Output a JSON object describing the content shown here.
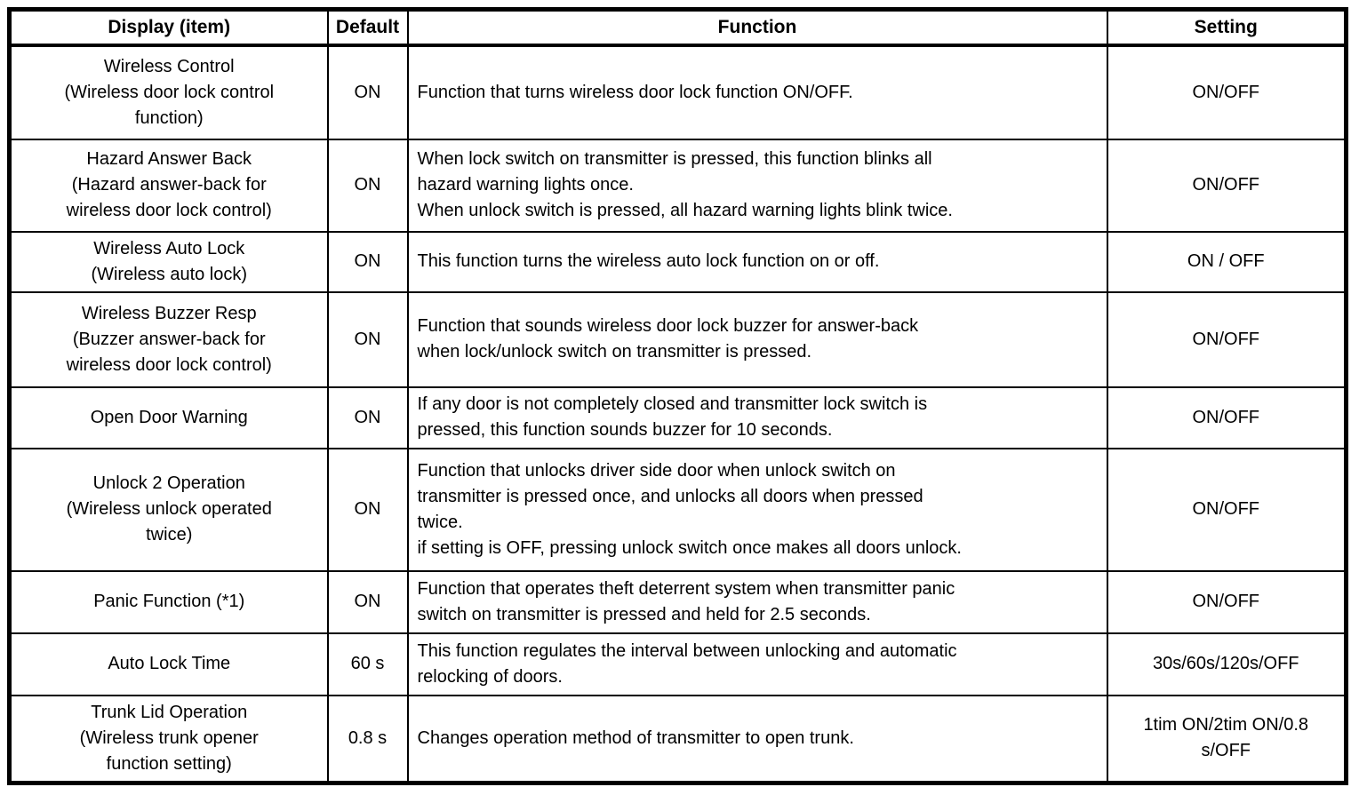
{
  "page": {
    "background_color": "#ffffff",
    "text_color": "#000000",
    "border_color": "#000000"
  },
  "table": {
    "headers": [
      "Display (item)",
      "Default",
      "Function",
      "Setting"
    ],
    "rows": [
      {
        "display": "Wireless Control\n(Wireless door lock control\nfunction)",
        "default": "ON",
        "function": "Function that turns wireless door lock function ON/OFF.",
        "setting": "ON/OFF"
      },
      {
        "display": "Hazard Answer Back\n(Hazard answer-back for\nwireless door lock control)",
        "default": "ON",
        "function": "When lock switch on transmitter is pressed, this function blinks all\nhazard warning lights once.\nWhen unlock switch is pressed, all hazard warning lights blink twice.",
        "setting": "ON/OFF"
      },
      {
        "display": "Wireless Auto Lock\n(Wireless auto lock)",
        "default": "ON",
        "function": "This function turns the wireless auto lock function on or off.",
        "setting": "ON / OFF"
      },
      {
        "display": "Wireless Buzzer Resp\n(Buzzer answer-back for\nwireless door lock control)",
        "default": "ON",
        "function": "Function that sounds wireless door lock buzzer for answer-back\nwhen lock/unlock switch on transmitter is pressed.",
        "setting": "ON/OFF"
      },
      {
        "display": "Open Door Warning",
        "default": "ON",
        "function": "If any door is not completely closed and transmitter lock switch is\npressed, this function sounds buzzer for 10 seconds.",
        "setting": "ON/OFF"
      },
      {
        "display": "Unlock 2 Operation\n(Wireless unlock operated\ntwice)",
        "default": "ON",
        "function": "Function that unlocks driver side door when unlock switch on\ntransmitter is pressed once, and unlocks all doors when pressed\ntwice.\nif setting is OFF, pressing unlock switch once makes all doors unlock.",
        "setting": "ON/OFF"
      },
      {
        "display": "Panic Function (*1)",
        "default": "ON",
        "function": "Function that operates theft deterrent system when transmitter panic\nswitch on transmitter is pressed and held for 2.5 seconds.",
        "setting": "ON/OFF"
      },
      {
        "display": "Auto Lock Time",
        "default": "60 s",
        "function": "This function regulates the interval between unlocking and automatic\nrelocking of doors.",
        "setting": "30s/60s/120s/OFF"
      },
      {
        "display": "Trunk Lid Operation\n(Wireless trunk opener\nfunction setting)",
        "default": "0.8 s",
        "function": "Changes operation method of transmitter to open trunk.",
        "setting": "1tim ON/2tim ON/0.8\ns/OFF"
      }
    ]
  }
}
